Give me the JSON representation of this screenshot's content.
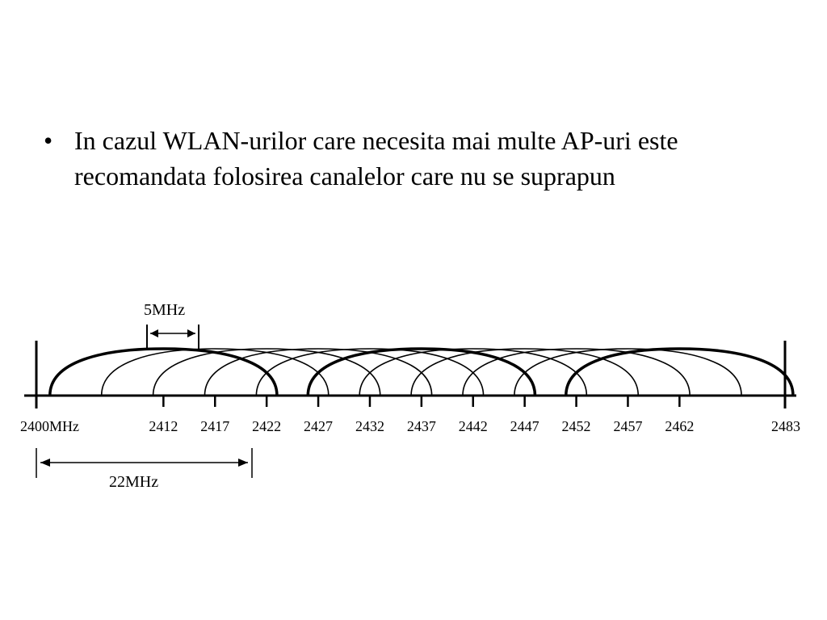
{
  "bullet": {
    "marker": "•",
    "text": "In cazul WLAN-urilor care necesita mai multe AP-uri este recomandata folosirea canalelor care nu se suprapun"
  },
  "diagram": {
    "spacing_label": "5MHz",
    "width_label": "22MHz",
    "start_label": "2400MHz",
    "end_label": "2483",
    "channel_centers": [
      "2412",
      "2417",
      "2422",
      "2427",
      "2432",
      "2437",
      "2442",
      "2447",
      "2452",
      "2457",
      "2462"
    ],
    "channel_freqs": [
      2412,
      2417,
      2422,
      2427,
      2432,
      2437,
      2442,
      2447,
      2452,
      2457,
      2462
    ],
    "non_overlapping_channels": [
      2412,
      2437,
      2462
    ],
    "channel_width_mhz": 22
  }
}
